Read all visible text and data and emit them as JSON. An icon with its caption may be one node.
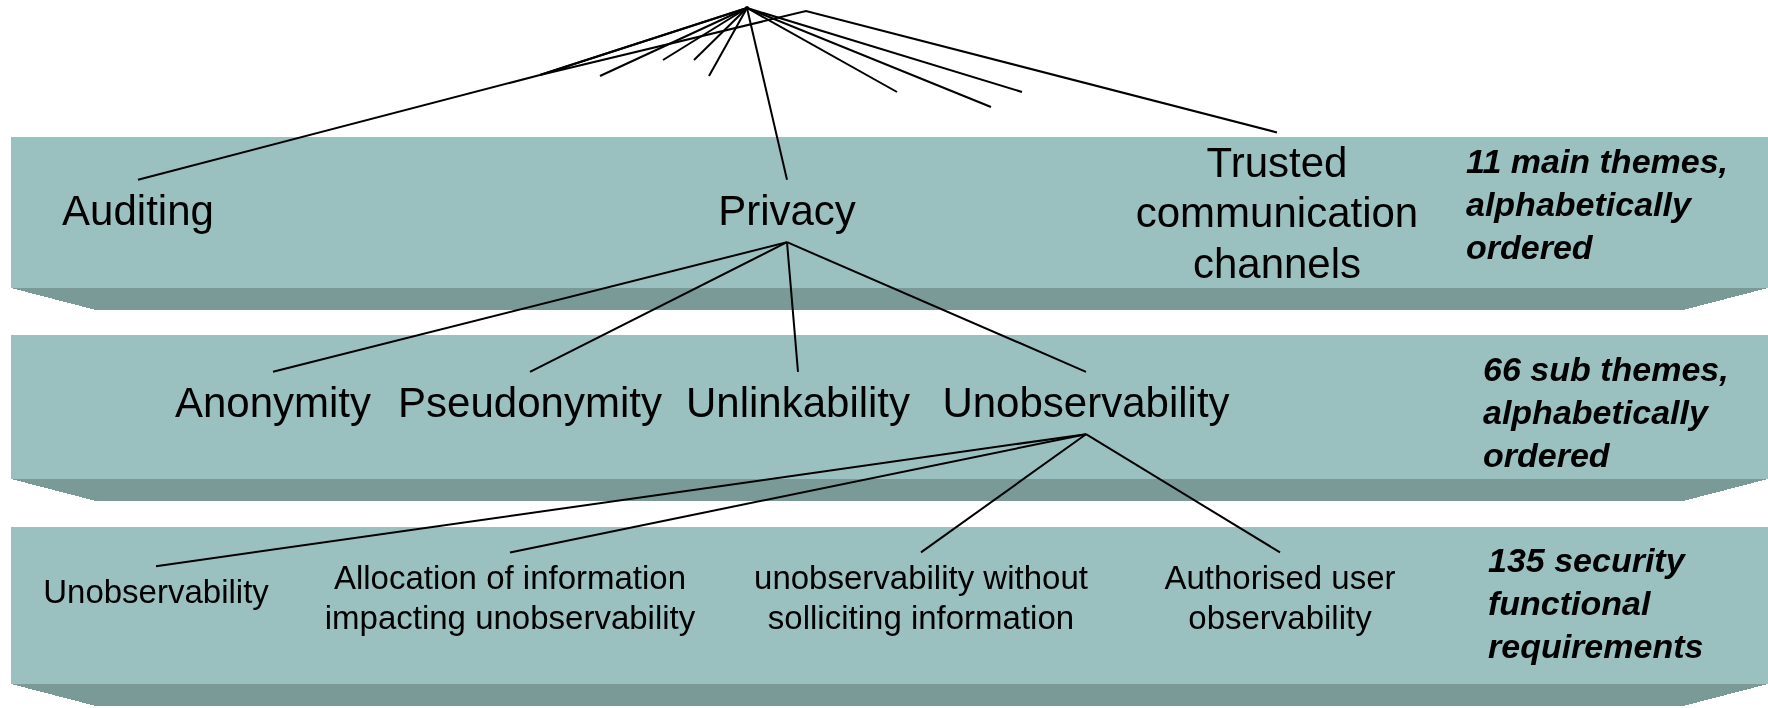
{
  "diagram": {
    "nodes": [
      {
        "text": [],
        "shape": "circle"
      },
      {
        "text": [
          "11 main themes, alphabetically ordered"
        ]
      },
      {
        "text": [
          "Auditing"
        ],
        "in": 1
      },
      {
        "text": [
          "Privacy"
        ],
        "in": 1
      },
      {
        "text": [
          "Trusted communication channels"
        ],
        "in": 1
      },
      {
        "text": [
          "66 sub themes, alphabetically ordered"
        ]
      },
      {
        "text": [
          "Anonymity"
        ],
        "in": 5
      },
      {
        "text": [
          "Pseudonymity"
        ],
        "in": 5
      },
      {
        "text": [
          "Unlinkability"
        ],
        "in": 5
      },
      {
        "text": [
          "Unobservability"
        ],
        "in": 5
      },
      {
        "text": [
          "135 security functional requirements"
        ]
      },
      {
        "text": [
          "Unobservability"
        ],
        "in": 10
      },
      {
        "text": [
          "Allocation of information impacting unobservability"
        ],
        "in": 10
      },
      {
        "text": [
          "unobservability without solliciting information"
        ],
        "in": 10
      },
      {
        "text": [
          "Authorised user observability"
        ],
        "in": 10
      }
    ],
    "edges": [
      {
        "from": 0,
        "to": 2,
        "arrow": "none"
      },
      {
        "from": 0,
        "to": 3,
        "arrow": "none"
      },
      {
        "from": 0,
        "to": 4,
        "arrow": "none"
      },
      {
        "from": 0,
        "to": null,
        "arrow": "none"
      },
      {
        "from": 0,
        "to": null,
        "arrow": "none"
      },
      {
        "from": 0,
        "to": null,
        "arrow": "none"
      },
      {
        "from": 0,
        "to": null,
        "arrow": "none"
      },
      {
        "from": 0,
        "to": null,
        "arrow": "none"
      },
      {
        "from": 0,
        "to": null,
        "arrow": "none"
      },
      {
        "from": 0,
        "to": null,
        "arrow": "none"
      },
      {
        "from": 3,
        "to": 6,
        "arrow": "none"
      },
      {
        "from": 3,
        "to": 7,
        "arrow": "none"
      },
      {
        "from": 3,
        "to": 8,
        "arrow": "none"
      },
      {
        "from": 3,
        "to": 9,
        "arrow": "none"
      },
      {
        "from": 9,
        "to": 11,
        "arrow": "none"
      },
      {
        "from": 9,
        "to": 12,
        "arrow": "none"
      },
      {
        "from": 9,
        "to": 13,
        "arrow": "none"
      },
      {
        "from": 9,
        "to": 14,
        "arrow": "none"
      }
    ]
  }
}
